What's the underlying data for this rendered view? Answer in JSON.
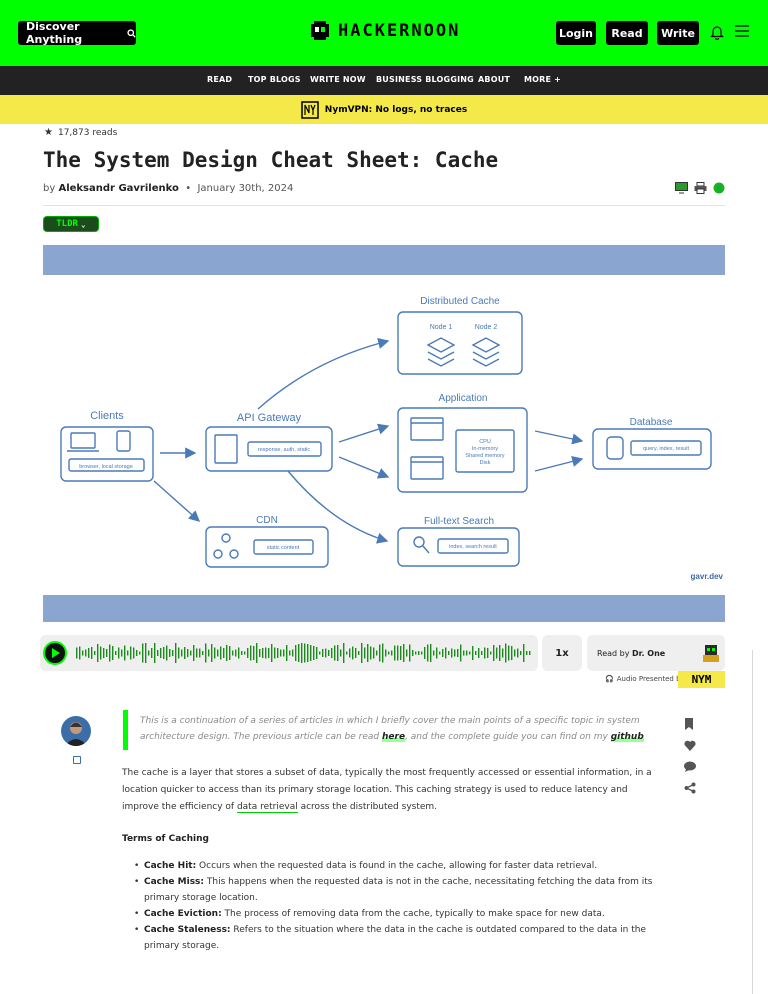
{
  "topbar": {
    "discover_label": "Discover Anything",
    "logo_text": "HACKERNOON",
    "login_label": "Login",
    "read_label": "Read",
    "write_label": "Write"
  },
  "nav": [
    "READ",
    "TOP BLOGS",
    "WRITE NOW",
    "BUSINESS BLOGGING",
    "ABOUT",
    "MORE +"
  ],
  "promo": {
    "text": "NymVPN: No logs, no traces"
  },
  "article": {
    "reads": "17,873 reads",
    "title": "The System Design Cheat Sheet: Cache",
    "by": "by",
    "author": "Aleksandr Gavrilenko",
    "sep": "•",
    "date": "January 30th, 2024",
    "tldr": "TLDR"
  },
  "diagram": {
    "clients": "Clients",
    "clients_box": "browser, local storage",
    "api_gateway": "API Gateway",
    "api_box": "response, auth, static",
    "distributed_cache": "Distributed Cache",
    "node1": "Node 1",
    "node2": "Node 2",
    "application": "Application",
    "app_box_lines": [
      "CPU",
      "In-memory",
      "Shared memory",
      "Disk"
    ],
    "database": "Database",
    "db_box": "query, index, result",
    "cdn": "CDN",
    "cdn_box": "static content",
    "fulltext": "Full-text Search",
    "fulltext_box": "index, search result",
    "credit": "gavr.dev"
  },
  "player": {
    "speed": "1x",
    "read_by": "Read by",
    "narrator": "Dr. One",
    "presented": "Audio Presented by",
    "sponsor": "NYM"
  },
  "body": {
    "quote_pre": "This is a continuation of a series of articles in which I briefly cover the main points of a specific topic in system architecture design. The previous article can be read ",
    "quote_link1": "here",
    "quote_mid": ", and the complete guide you can find on my ",
    "quote_link2": "github",
    "para_pre": "The cache is a layer that stores a subset of data, typically the most frequently accessed or essential information, in a location quicker to access than its primary storage location. This caching strategy is used to reduce latency and improve the efficiency of ",
    "para_link": "data retrieval",
    "para_post": " across the distributed system.",
    "terms_heading": "Terms of Caching",
    "terms": [
      {
        "term": "Cache Hit:",
        "desc": " Occurs when the requested data is found in the cache, allowing for faster data retrieval."
      },
      {
        "term": "Cache Miss:",
        "desc": " This happens when the requested data is not in the cache, necessitating fetching the data from its primary storage location."
      },
      {
        "term": "Cache Eviction:",
        "desc": " The process of removing data from the cache, typically to make space for new data."
      },
      {
        "term": "Cache Staleness:",
        "desc": " Refers to the situation where the data in the cache is outdated compared to the data in the primary storage."
      }
    ]
  },
  "colors": {
    "brand_green": "#00ff00",
    "promo_yellow": "#f5e94a",
    "band_blue": "#8aa5cf",
    "diagram_blue": "#4a7ab8"
  }
}
